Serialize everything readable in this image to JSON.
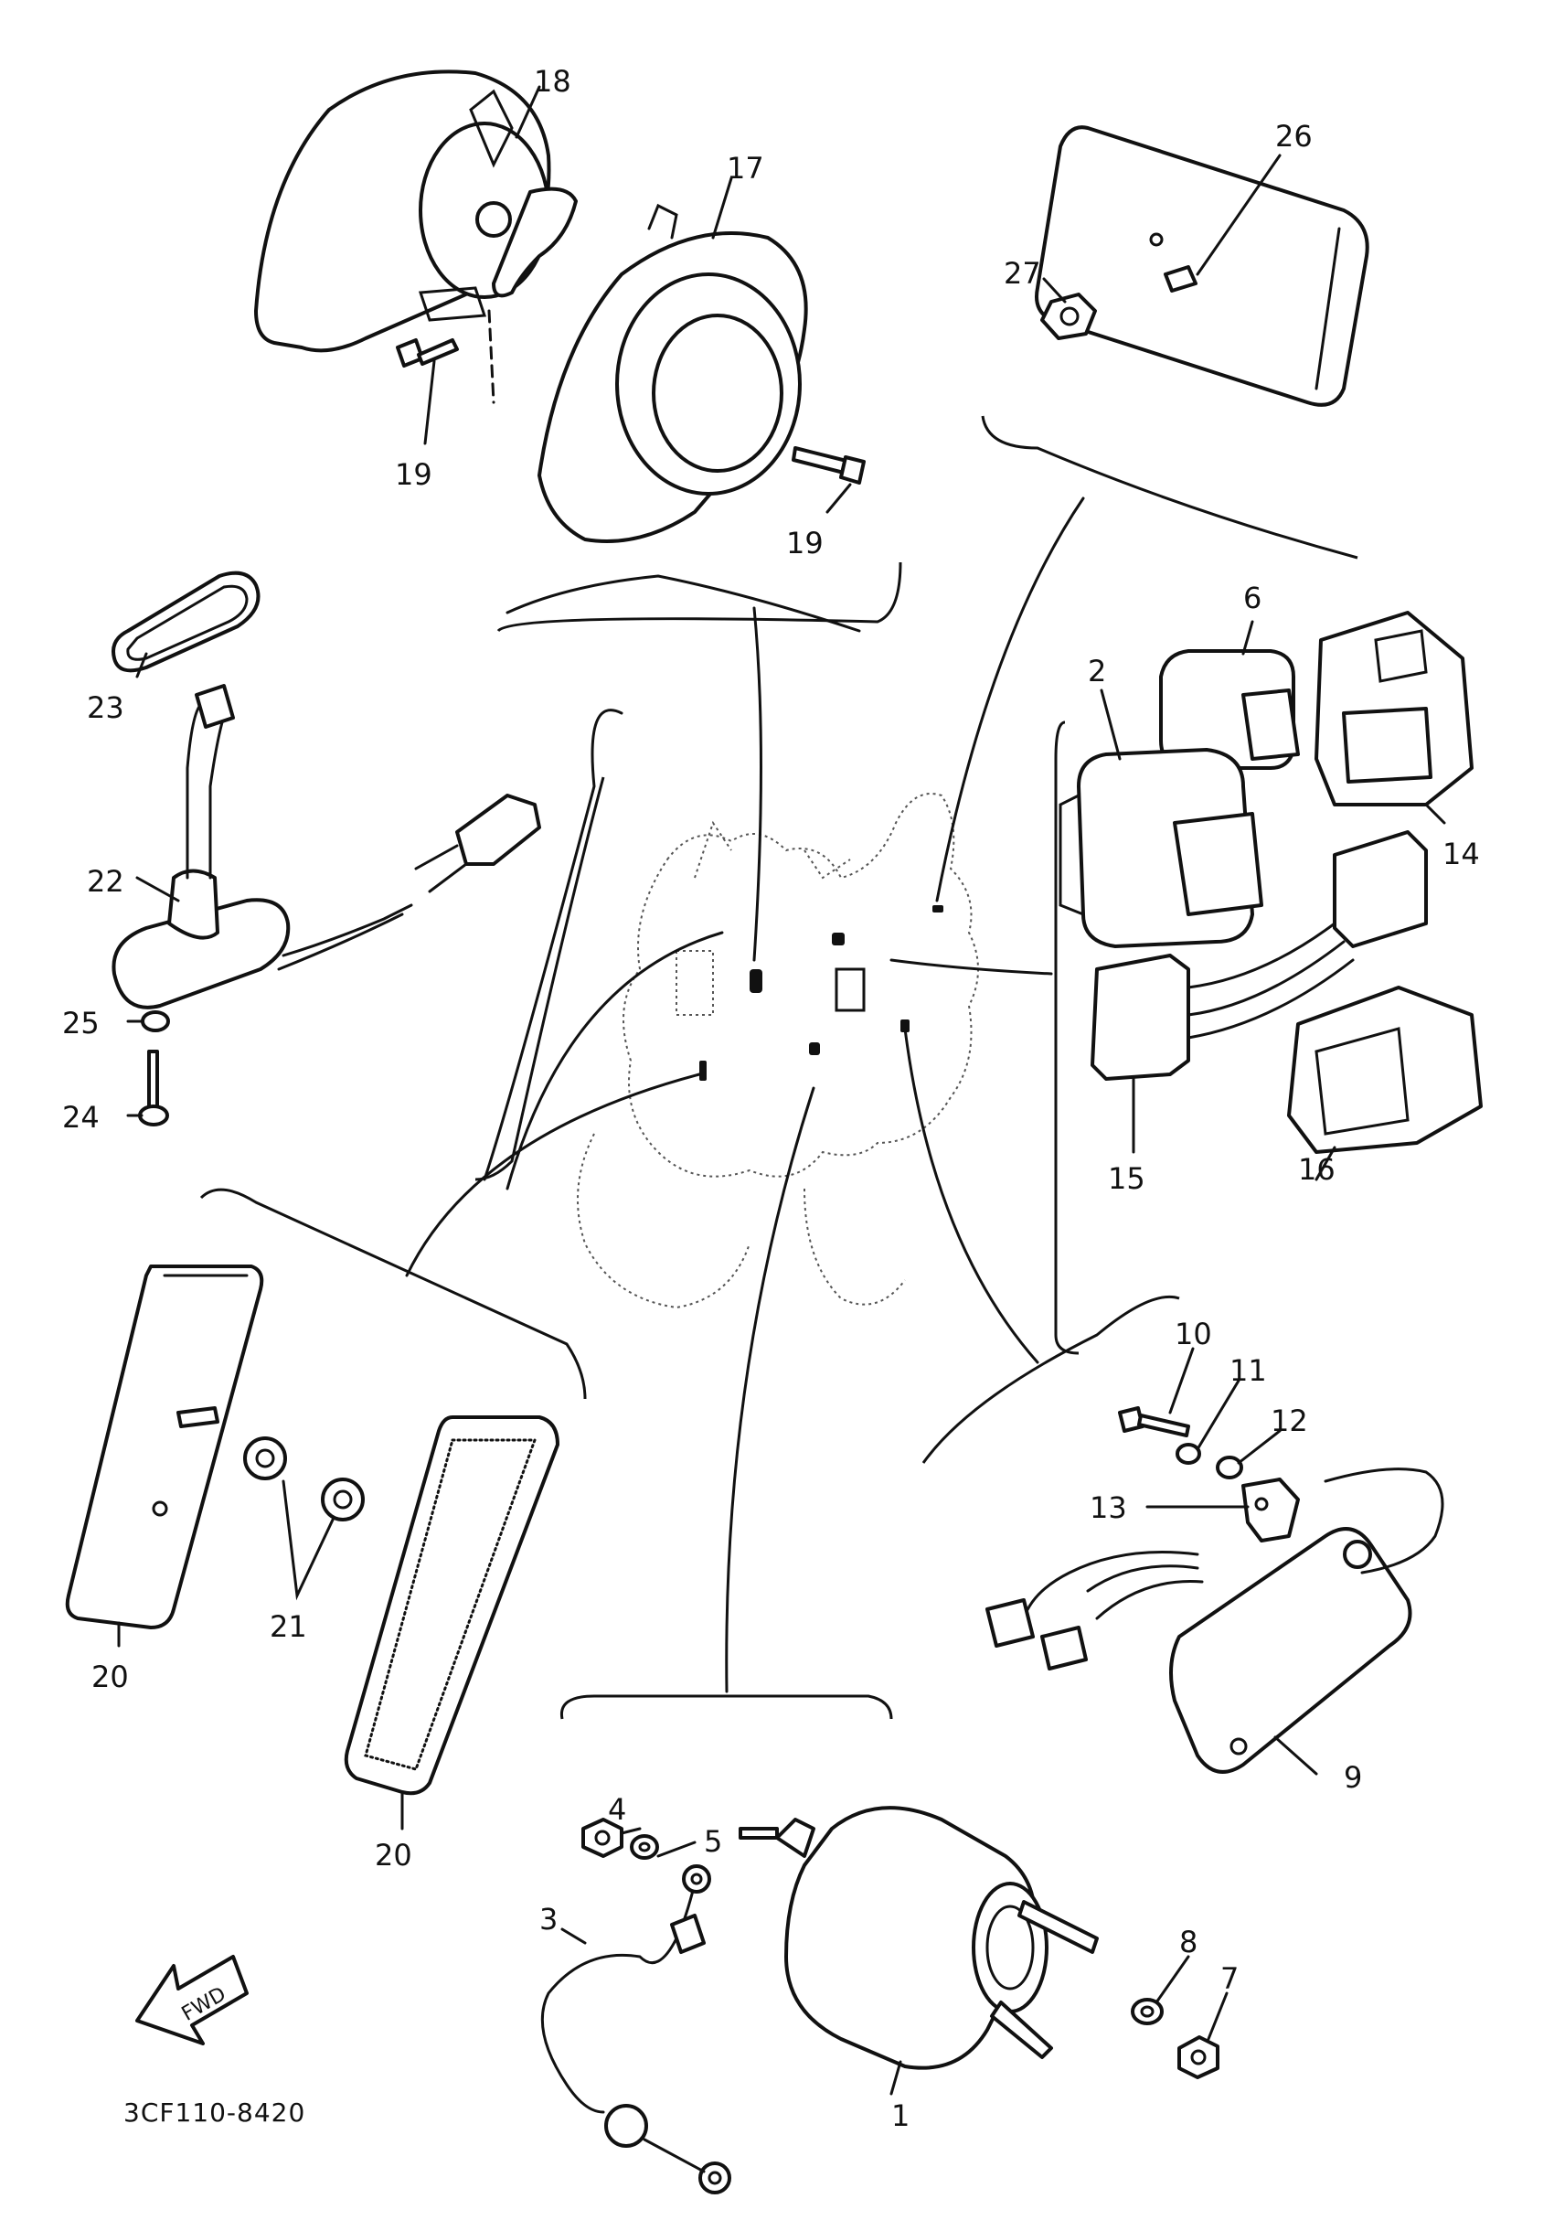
{
  "diagram": {
    "code": "3CF110-8420",
    "fwd_label": "FWD",
    "callouts": {
      "p1": "1",
      "p2": "2",
      "p3": "3",
      "p4": "4",
      "p5": "5",
      "p6": "6",
      "p7": "7",
      "p8": "8",
      "p9": "9",
      "p10": "10",
      "p11": "11",
      "p12": "12",
      "p13": "13",
      "p14": "14",
      "p15": "15",
      "p16": "16",
      "p17": "17",
      "p18": "18",
      "p19a": "19",
      "p19b": "19",
      "p20a": "20",
      "p20b": "20",
      "p21": "21",
      "p22": "22",
      "p23": "23",
      "p24": "24",
      "p25": "25",
      "p26": "26",
      "p27": "27"
    }
  }
}
